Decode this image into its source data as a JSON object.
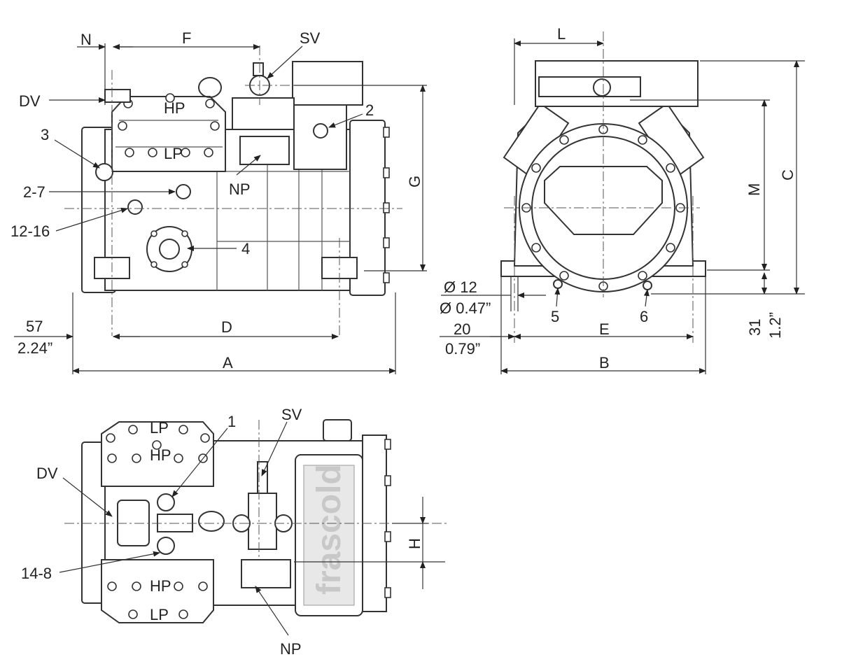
{
  "labels": {
    "N": "N",
    "F": "F",
    "SV": "SV",
    "DV": "DV",
    "L": "L",
    "two": "2",
    "three": "3",
    "two_seven": "2-7",
    "twelve_sixteen": "12-16",
    "NP": "NP",
    "four": "4",
    "G": "G",
    "M": "M",
    "C": "C",
    "dia_mm": "Ø 12",
    "dia_in": "Ø 0.47”",
    "five": "5",
    "six": "6",
    "off57_mm": "57",
    "off57_in": "2.24”",
    "D": "D",
    "off20_mm": "20",
    "off20_in": "0.79”",
    "E": "E",
    "off31_mm": "31",
    "off31_in": "1.2”",
    "A": "A",
    "B": "B",
    "one": "1",
    "SV_top": "SV",
    "DV_top": "DV",
    "H": "H",
    "fourteen_eight": "14-8",
    "NP_top": "NP",
    "brand": "frascold",
    "HP": "HP",
    "LP": "LP"
  }
}
